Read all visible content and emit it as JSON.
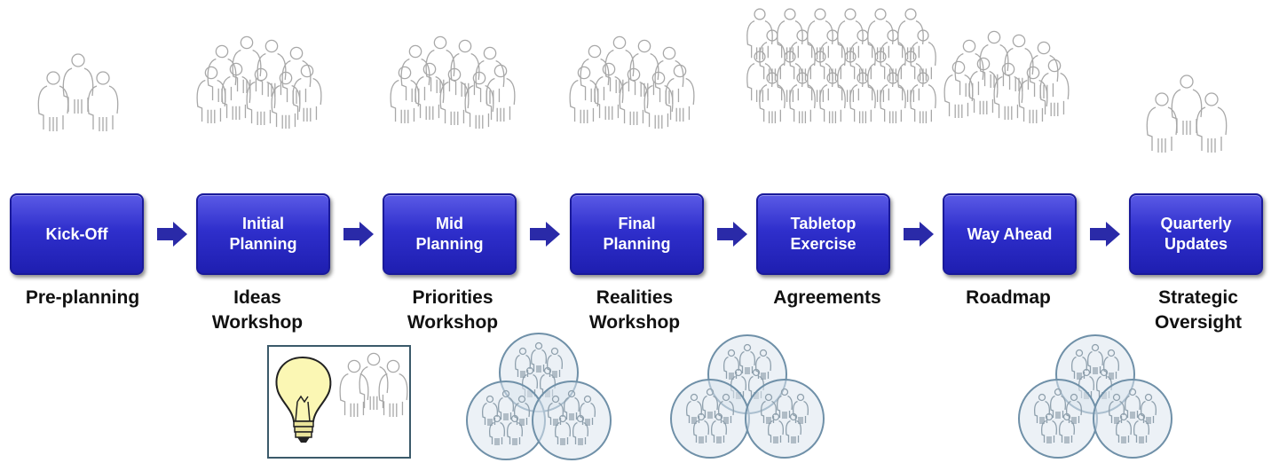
{
  "stages": [
    {
      "label": "Kick-Off",
      "caption": "Pre-planning"
    },
    {
      "label": "Initial Planning",
      "caption": "Ideas Workshop"
    },
    {
      "label": "Mid Planning",
      "caption": "Priorities Workshop"
    },
    {
      "label": "Final Planning",
      "caption": "Realities Workshop"
    },
    {
      "label": "Tabletop Exercise",
      "caption": "Agreements"
    },
    {
      "label": "Way Ahead",
      "caption": "Roadmap"
    },
    {
      "label": "Quarterly Updates",
      "caption": "Strategic Oversight"
    }
  ],
  "stage_lines": [
    [
      "Kick-Off"
    ],
    [
      "Initial",
      "Planning"
    ],
    [
      "Mid",
      "Planning"
    ],
    [
      "Final",
      "Planning"
    ],
    [
      "Tabletop",
      "Exercise"
    ],
    [
      "Way Ahead"
    ],
    [
      "Quarterly",
      "Updates"
    ]
  ],
  "caption_lines": [
    [
      "Pre-planning"
    ],
    [
      "Ideas",
      "Workshop"
    ],
    [
      "Priorities",
      "Workshop"
    ],
    [
      "Realities",
      "Workshop"
    ],
    [
      "Agreements"
    ],
    [
      "Roadmap"
    ],
    [
      "Strategic",
      "Oversight"
    ]
  ],
  "crowd_sizes": [
    3,
    9,
    9,
    9,
    24,
    9,
    3
  ],
  "colors": {
    "box_fill": "#2f2fcc",
    "box_border": "#1a1a9a",
    "arrow": "#2a2aa8",
    "figure_outline": "#a8a8a8",
    "venn_fill": "#dce6ee",
    "venn_stroke": "#6f90a8",
    "bulb_fill": "#fbf7b4",
    "frame_border": "#3b5a6a"
  },
  "icons": [
    "person-outline-icon",
    "right-arrow-icon",
    "lightbulb-icon",
    "venn-group-icon"
  ]
}
